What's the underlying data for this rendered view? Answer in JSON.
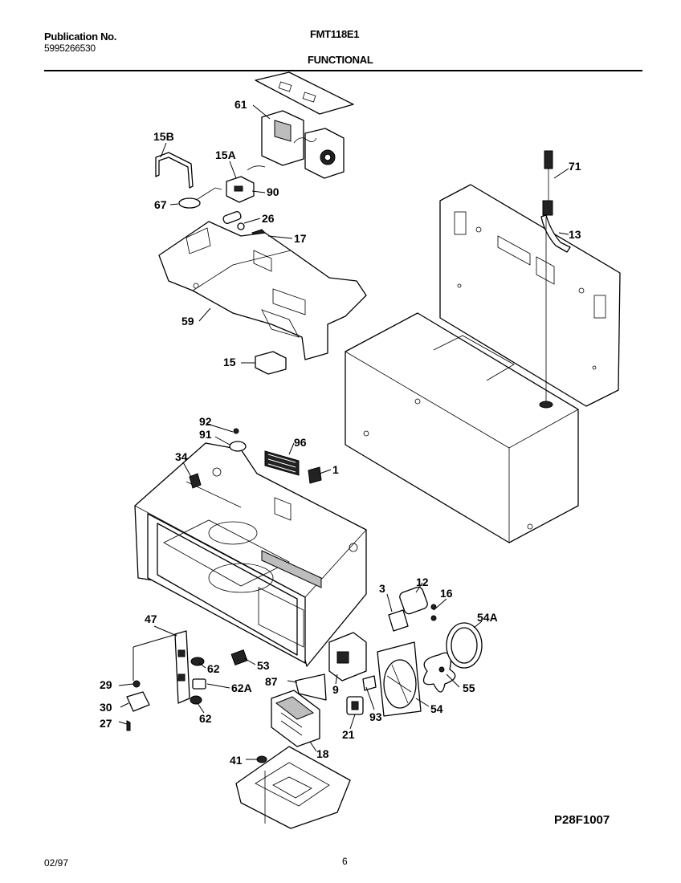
{
  "header": {
    "publication_label": "Publication No.",
    "publication_number": "5995266530",
    "model": "FMT118E1",
    "section": "FUNCTIONAL"
  },
  "footer": {
    "date": "02/97",
    "page_number": "6"
  },
  "diagram_code": "P28F1007",
  "callouts": [
    "61",
    "15B",
    "15A",
    "90",
    "67",
    "26",
    "17",
    "59",
    "15",
    "71",
    "13",
    "92",
    "91",
    "96",
    "34",
    "1",
    "3",
    "12",
    "16",
    "54A",
    "47",
    "62",
    "53",
    "29",
    "62A",
    "87",
    "9",
    "55",
    "30",
    "27",
    "93",
    "54",
    "21",
    "18",
    "41"
  ],
  "callout_62_second": "62"
}
